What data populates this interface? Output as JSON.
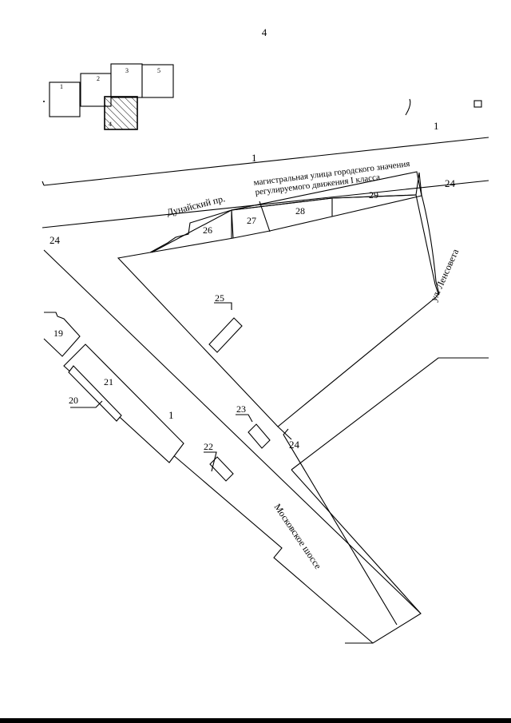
{
  "page": {
    "number": "4"
  },
  "key_map": {
    "sheets": [
      {
        "label": "1"
      },
      {
        "label": "2"
      },
      {
        "label": "3"
      },
      {
        "label": "4",
        "highlighted": true
      },
      {
        "label": "5"
      }
    ]
  },
  "streets": {
    "highway_label": "1",
    "highway_description_line1": "магистральная улица городского значения",
    "highway_description_line2": "регулируемого движения I класса",
    "dunaisky": "Дунайский пр.",
    "moskovskoe": "Московское шоссе",
    "lensoveta": "ул. Ленсовета"
  },
  "zone_labels": {
    "top_right_1": "1",
    "top_right_24": "24",
    "left_24": "24",
    "center_24": "24",
    "moskovskoe_1": "1"
  },
  "parcels": {
    "p19": "19",
    "p20": "20",
    "p21": "21",
    "p22": "22",
    "p23": "23",
    "p25": "25",
    "p26": "26",
    "p27": "27",
    "p28": "28",
    "p29": "29"
  },
  "colors": {
    "line": "#000000",
    "background": "#ffffff"
  }
}
